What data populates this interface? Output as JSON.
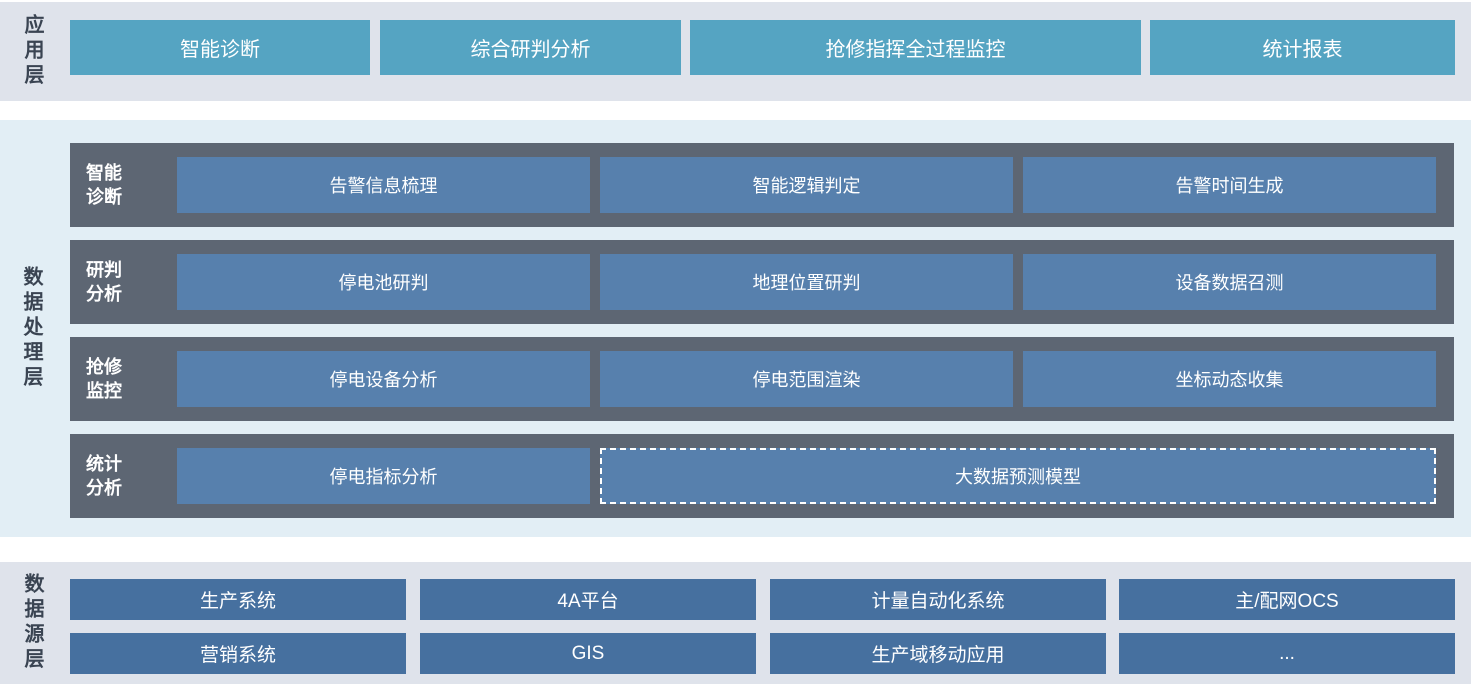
{
  "colors": {
    "page_bg": "#ffffff",
    "outer_band_bg": "#dfe3eb",
    "middle_band_bg": "#e2eef5",
    "app_button_teal": "#55a4c2",
    "processing_row_dark": "#5d6673",
    "processing_button_blue": "#5780ad",
    "source_button_blue": "#46709f",
    "layer_label_text": "#3a4452",
    "button_text": "#ffffff"
  },
  "app_layer": {
    "label": "应用层",
    "buttons": [
      "智能诊断",
      "综合研判分析",
      "抢修指挥全过程监控",
      "统计报表"
    ]
  },
  "processing_layer": {
    "label": "数据处理层",
    "rows": [
      {
        "label_line1": "智能",
        "label_line2": "诊断",
        "buttons": [
          "告警信息梳理",
          "智能逻辑判定",
          "告警时间生成"
        ]
      },
      {
        "label_line1": "研判",
        "label_line2": "分析",
        "buttons": [
          "停电池研判",
          "地理位置研判",
          "设备数据召测"
        ]
      },
      {
        "label_line1": "抢修",
        "label_line2": "监控",
        "buttons": [
          "停电设备分析",
          "停电范围渲染",
          "坐标动态收集"
        ]
      },
      {
        "label_line1": "统计",
        "label_line2": "分析",
        "buttons": [
          "停电指标分析",
          "大数据预测模型"
        ],
        "dashed_button_index": 1
      }
    ]
  },
  "source_layer": {
    "label": "数据源层",
    "buttons": [
      [
        "生产系统",
        "4A平台",
        "计量自动化系统",
        "主/配网OCS"
      ],
      [
        "营销系统",
        "GIS",
        "生产域移动应用",
        "..."
      ]
    ]
  }
}
